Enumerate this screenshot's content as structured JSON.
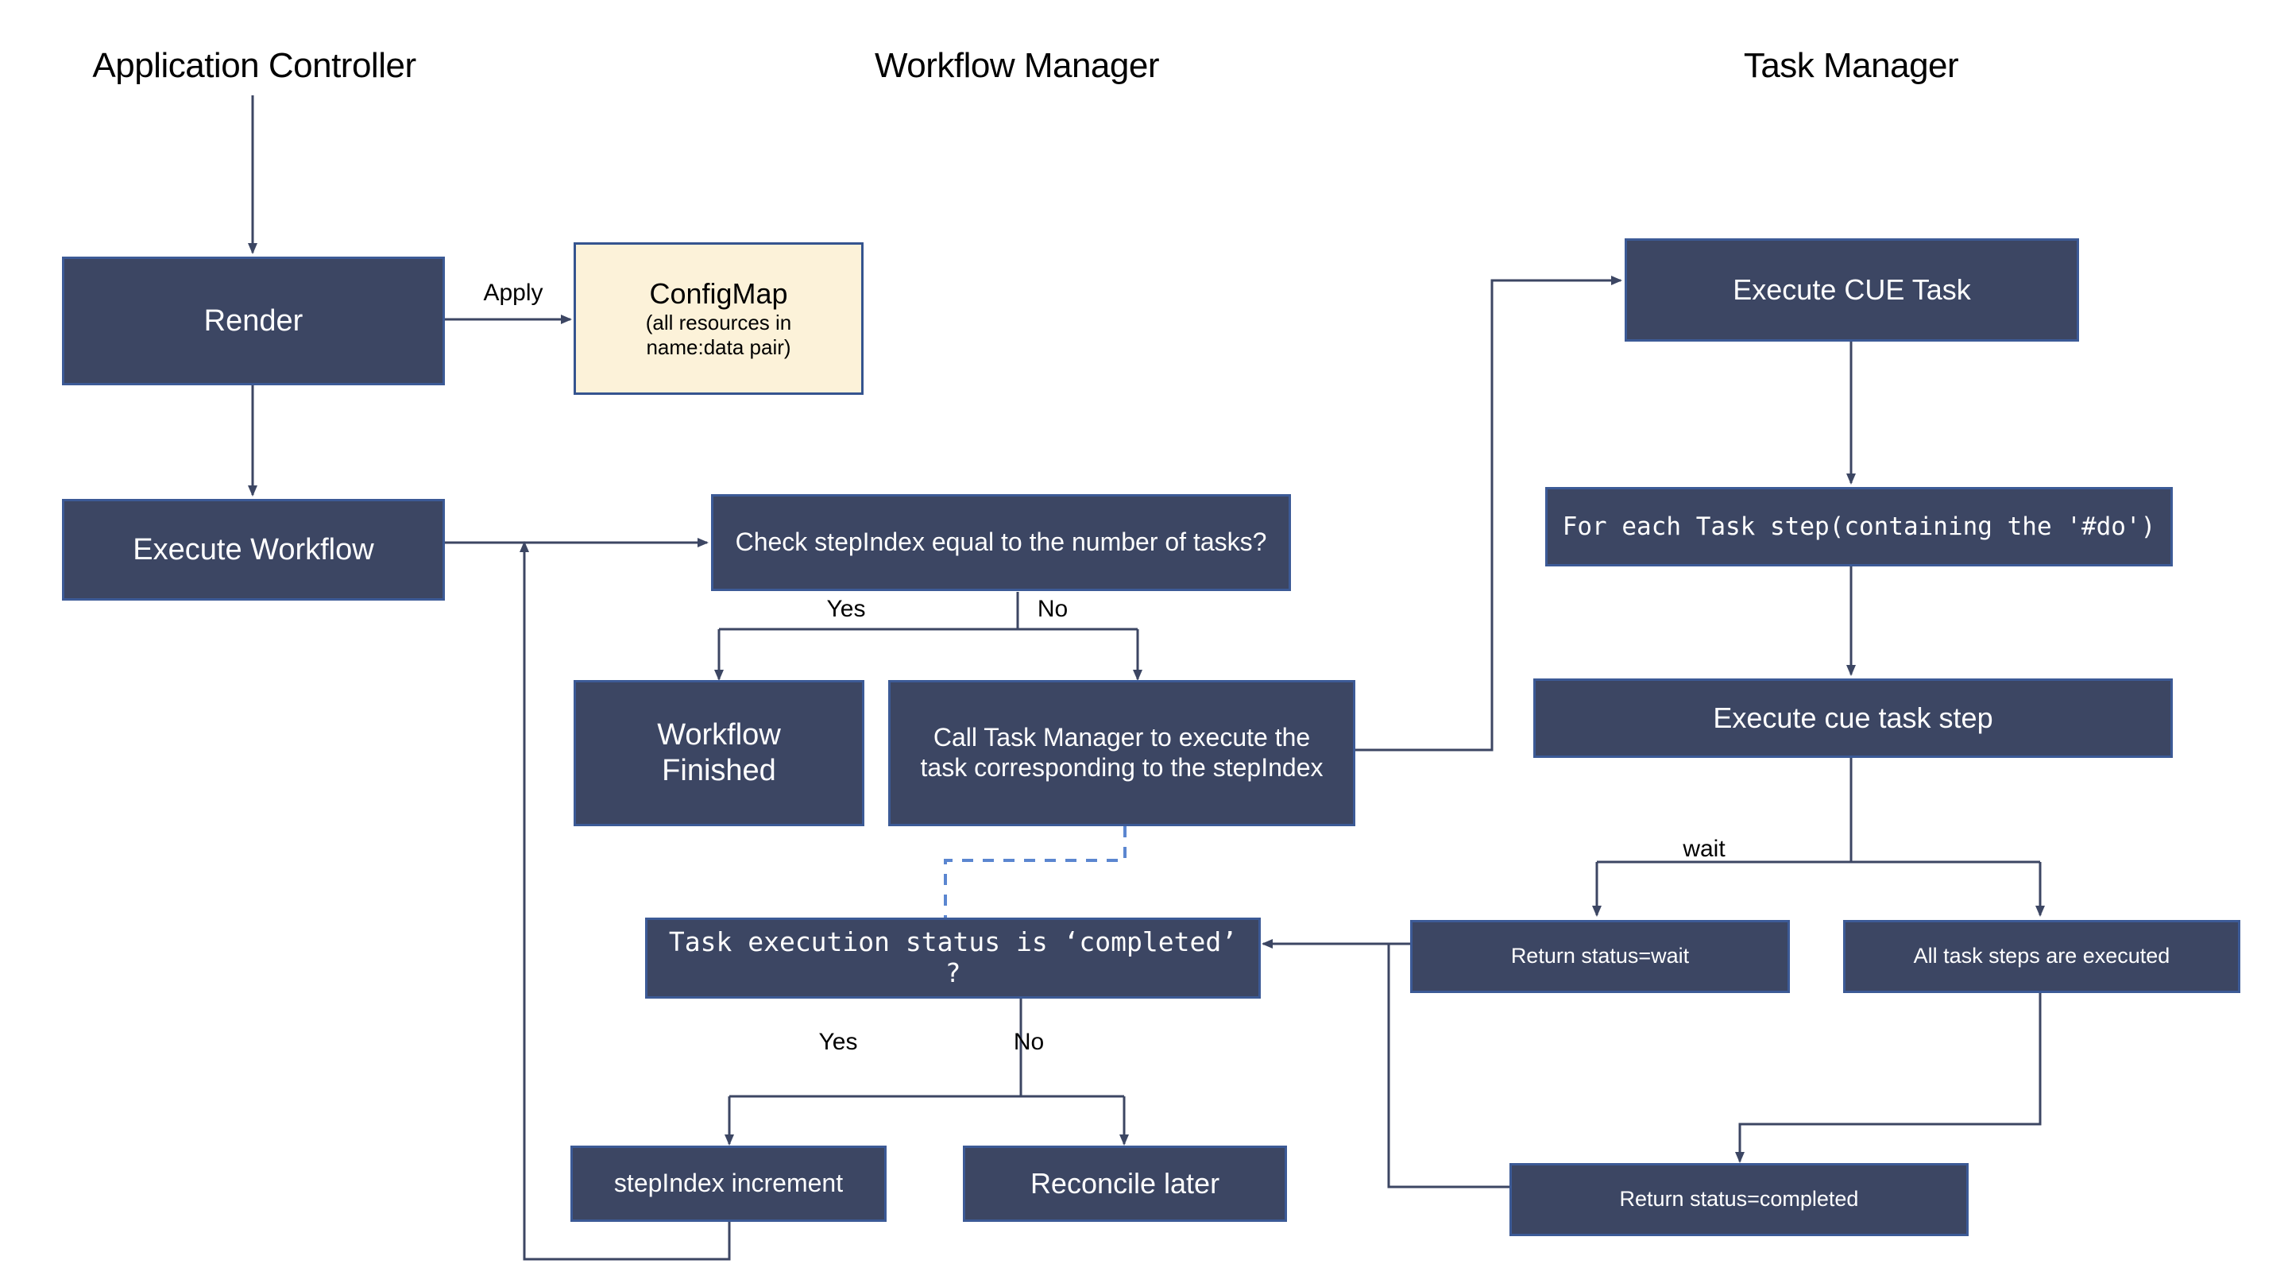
{
  "diagram": {
    "title_bar": {
      "lanes": [
        {
          "id": "application-controller",
          "label": "Application Controller"
        },
        {
          "id": "workflow-manager",
          "label": "Workflow Manager"
        },
        {
          "id": "task-manager",
          "label": "Task Manager"
        }
      ]
    },
    "colors": {
      "node_fill": "#3c4663",
      "node_border": "#3c5a96",
      "node_text": "#ffffff",
      "configmap_fill": "#fcf2d9",
      "configmap_border": "#35548f",
      "configmap_text": "#000000",
      "connector": "#3c4663",
      "dashed_connector": "#5b86d0",
      "background": "#ffffff"
    },
    "nodes": [
      {
        "id": "render",
        "label": "Render"
      },
      {
        "id": "configmap",
        "title": "ConfigMap",
        "sub_line1": "(all resources in",
        "sub_line2": "name:data pair)"
      },
      {
        "id": "execute-workflow",
        "label": "Execute Workflow"
      },
      {
        "id": "check-stepindex",
        "label": "Check stepIndex equal to the number of tasks?"
      },
      {
        "id": "workflow-finished",
        "line1": "Workflow",
        "line2": "Finished"
      },
      {
        "id": "call-task-manager",
        "line1": "Call Task Manager to execute the",
        "line2": "task corresponding to the stepIndex"
      },
      {
        "id": "task-execution-status",
        "label": "Task execution status is ‘completed’ ?"
      },
      {
        "id": "stepindex-increment",
        "label": "stepIndex increment"
      },
      {
        "id": "reconcile-later",
        "label": "Reconcile later"
      },
      {
        "id": "execute-cue-task",
        "label": "Execute CUE Task"
      },
      {
        "id": "for-each-task-step",
        "label": "For each Task step(containing the '#do')"
      },
      {
        "id": "execute-cue-task-step",
        "label": "Execute  cue task step"
      },
      {
        "id": "return-status-wait",
        "label": "Return status=wait"
      },
      {
        "id": "all-task-steps-executed",
        "label": "All task steps are executed"
      },
      {
        "id": "return-status-completed",
        "label": "Return status=completed"
      }
    ],
    "edge_labels": [
      {
        "id": "apply",
        "label": "Apply"
      },
      {
        "id": "yes-check",
        "label": "Yes"
      },
      {
        "id": "no-check",
        "label": "No"
      },
      {
        "id": "yes-status",
        "label": "Yes"
      },
      {
        "id": "no-status",
        "label": "No"
      },
      {
        "id": "wait",
        "label": "wait"
      }
    ]
  }
}
